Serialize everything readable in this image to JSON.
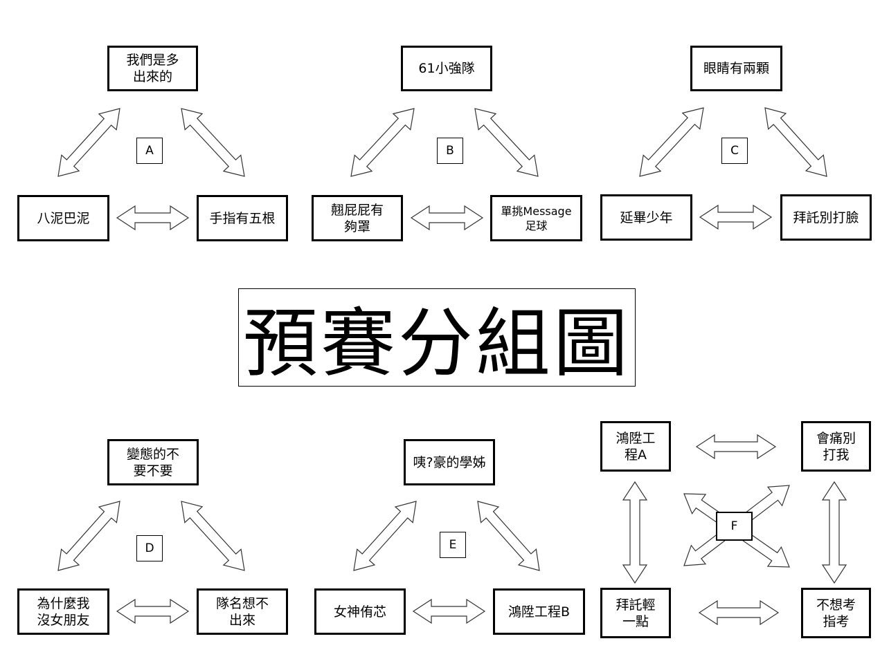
{
  "title": "預賽分組圖",
  "groups": {
    "A": {
      "label": "A",
      "top": "我們是多\n出來的",
      "left": "八泥巴泥",
      "right": "手指有五根"
    },
    "B": {
      "label": "B",
      "top": "61小強隊",
      "left": "翹屁屁有\n夠罩",
      "right": "單挑Message\n足球"
    },
    "C": {
      "label": "C",
      "top": "眼睛有兩顆",
      "left": "延畢少年",
      "right": "拜託別打臉"
    },
    "D": {
      "label": "D",
      "top": "變態的不\n要不要",
      "left": "為什麼我\n沒女朋友",
      "right": "隊名想不\n出來"
    },
    "E": {
      "label": "E",
      "top": "咦?豪的學姊",
      "left": "女神侑芯",
      "right": "鴻陞工程B"
    },
    "F": {
      "label": "F",
      "top_left": "鴻陞工\n程A",
      "top_right": "會痛別\n打我",
      "bottom_left": "拜託輕\n一點",
      "bottom_right": "不想考\n指考"
    }
  }
}
